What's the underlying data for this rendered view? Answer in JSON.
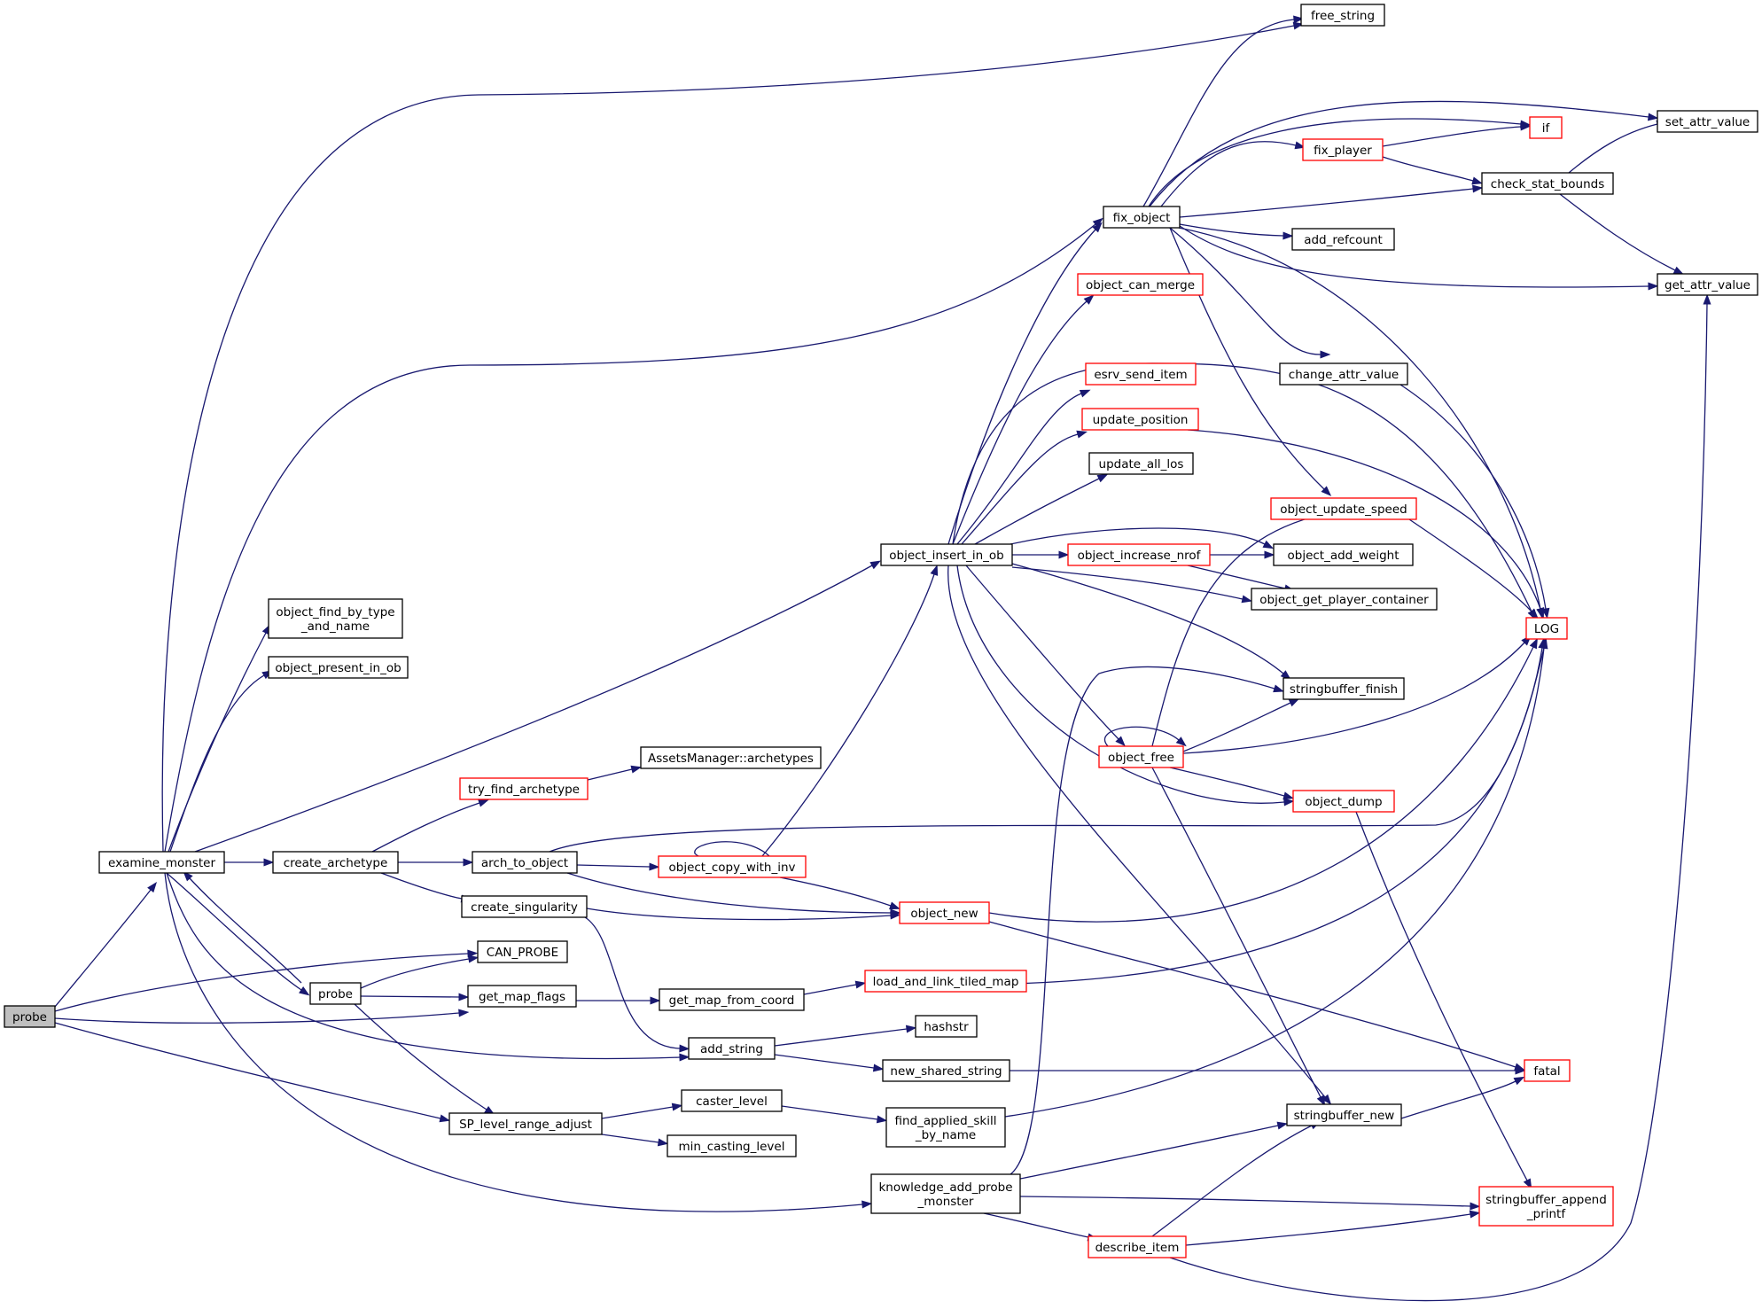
{
  "colors": {
    "edge": "#191970",
    "node_border": "#000000",
    "node_border_external": "#ff0000",
    "root_fill": "#bfbfbf"
  },
  "nodes": [
    {
      "id": "probe_root",
      "label": [
        "probe"
      ],
      "style": "root"
    },
    {
      "id": "examine_monster",
      "label": [
        "examine_monster"
      ],
      "style": "normal"
    },
    {
      "id": "can_probe",
      "label": [
        "CAN_PROBE"
      ],
      "style": "normal"
    },
    {
      "id": "get_map_flags",
      "label": [
        "get_map_flags"
      ],
      "style": "normal"
    },
    {
      "id": "sp_level_range_adjust",
      "label": [
        "SP_level_range_adjust"
      ],
      "style": "normal"
    },
    {
      "id": "probe2",
      "label": [
        "probe"
      ],
      "style": "normal"
    },
    {
      "id": "object_find_by_type_and_name",
      "label": [
        "object_find_by_type",
        "_and_name"
      ],
      "style": "normal"
    },
    {
      "id": "object_present_in_ob",
      "label": [
        "object_present_in_ob"
      ],
      "style": "normal"
    },
    {
      "id": "create_archetype",
      "label": [
        "create_archetype"
      ],
      "style": "normal"
    },
    {
      "id": "try_find_archetype",
      "label": [
        "try_find_archetype"
      ],
      "style": "red"
    },
    {
      "id": "assets_archetypes",
      "label": [
        "AssetsManager::archetypes"
      ],
      "style": "normal"
    },
    {
      "id": "arch_to_object",
      "label": [
        "arch_to_object"
      ],
      "style": "normal"
    },
    {
      "id": "create_singularity",
      "label": [
        "create_singularity"
      ],
      "style": "normal"
    },
    {
      "id": "object_copy_with_inv",
      "label": [
        "object_copy_with_inv"
      ],
      "style": "red"
    },
    {
      "id": "object_new",
      "label": [
        "object_new"
      ],
      "style": "red"
    },
    {
      "id": "get_map_from_coord",
      "label": [
        "get_map_from_coord"
      ],
      "style": "normal"
    },
    {
      "id": "load_and_link_tiled_map",
      "label": [
        "load_and_link_tiled_map"
      ],
      "style": "red"
    },
    {
      "id": "add_string",
      "label": [
        "add_string"
      ],
      "style": "normal"
    },
    {
      "id": "hashstr",
      "label": [
        "hashstr"
      ],
      "style": "normal"
    },
    {
      "id": "new_shared_string",
      "label": [
        "new_shared_string"
      ],
      "style": "normal"
    },
    {
      "id": "caster_level",
      "label": [
        "caster_level"
      ],
      "style": "normal"
    },
    {
      "id": "min_casting_level",
      "label": [
        "min_casting_level"
      ],
      "style": "normal"
    },
    {
      "id": "find_applied_skill_by_name",
      "label": [
        "find_applied_skill",
        "_by_name"
      ],
      "style": "normal"
    },
    {
      "id": "knowledge_add_probe_monster",
      "label": [
        "knowledge_add_probe",
        "_monster"
      ],
      "style": "normal"
    },
    {
      "id": "describe_item",
      "label": [
        "describe_item"
      ],
      "style": "red"
    },
    {
      "id": "object_insert_in_ob",
      "label": [
        "object_insert_in_ob"
      ],
      "style": "normal"
    },
    {
      "id": "fix_object",
      "label": [
        "fix_object"
      ],
      "style": "normal"
    },
    {
      "id": "object_can_merge",
      "label": [
        "object_can_merge"
      ],
      "style": "red"
    },
    {
      "id": "esrv_send_item",
      "label": [
        "esrv_send_item"
      ],
      "style": "red"
    },
    {
      "id": "update_position",
      "label": [
        "update_position"
      ],
      "style": "red"
    },
    {
      "id": "update_all_los",
      "label": [
        "update_all_los"
      ],
      "style": "normal"
    },
    {
      "id": "object_increase_nrof",
      "label": [
        "object_increase_nrof"
      ],
      "style": "red"
    },
    {
      "id": "object_free",
      "label": [
        "object_free"
      ],
      "style": "red"
    },
    {
      "id": "free_string",
      "label": [
        "free_string"
      ],
      "style": "normal"
    },
    {
      "id": "fix_player",
      "label": [
        "fix_player"
      ],
      "style": "red"
    },
    {
      "id": "add_refcount",
      "label": [
        "add_refcount"
      ],
      "style": "normal"
    },
    {
      "id": "change_attr_value",
      "label": [
        "change_attr_value"
      ],
      "style": "normal"
    },
    {
      "id": "object_update_speed",
      "label": [
        "object_update_speed"
      ],
      "style": "red"
    },
    {
      "id": "object_add_weight",
      "label": [
        "object_add_weight"
      ],
      "style": "normal"
    },
    {
      "id": "object_get_player_container",
      "label": [
        "object_get_player_container"
      ],
      "style": "normal"
    },
    {
      "id": "stringbuffer_finish",
      "label": [
        "stringbuffer_finish"
      ],
      "style": "normal"
    },
    {
      "id": "object_dump",
      "label": [
        "object_dump"
      ],
      "style": "red"
    },
    {
      "id": "stringbuffer_new",
      "label": [
        "stringbuffer_new"
      ],
      "style": "normal"
    },
    {
      "id": "if",
      "label": [
        "if"
      ],
      "style": "red"
    },
    {
      "id": "check_stat_bounds",
      "label": [
        "check_stat_bounds"
      ],
      "style": "normal"
    },
    {
      "id": "set_attr_value",
      "label": [
        "set_attr_value"
      ],
      "style": "normal"
    },
    {
      "id": "get_attr_value",
      "label": [
        "get_attr_value"
      ],
      "style": "normal"
    },
    {
      "id": "log",
      "label": [
        "LOG"
      ],
      "style": "red"
    },
    {
      "id": "fatal",
      "label": [
        "fatal"
      ],
      "style": "red"
    },
    {
      "id": "stringbuffer_append_printf",
      "label": [
        "stringbuffer_append",
        "_printf"
      ],
      "style": "red"
    }
  ]
}
